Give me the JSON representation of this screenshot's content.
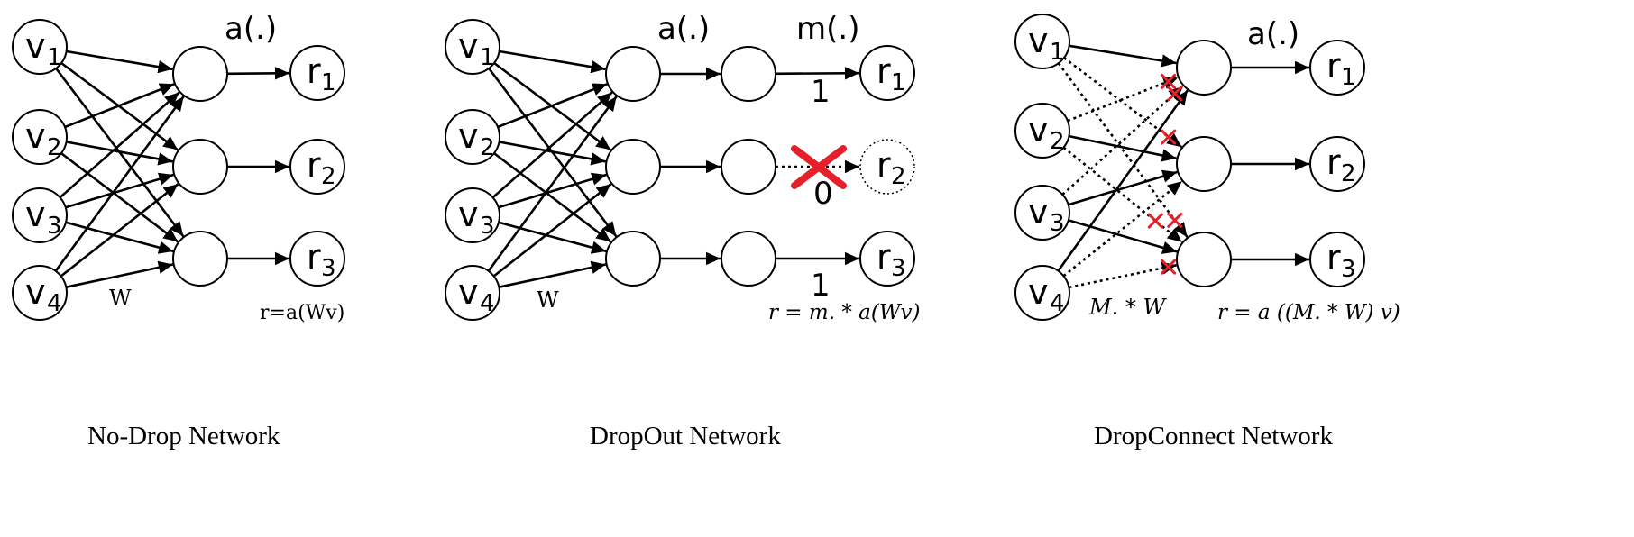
{
  "colors": {
    "stroke": "#000000",
    "drop_mark": "#e5202a",
    "background": "#ffffff"
  },
  "panels": [
    {
      "caption": "No-Drop Network",
      "activation_label": "a(.)",
      "weight_label": "W",
      "formula": "r=a(Wv)",
      "inputs": [
        {
          "base": "v",
          "sub": "1"
        },
        {
          "base": "v",
          "sub": "2"
        },
        {
          "base": "v",
          "sub": "3"
        },
        {
          "base": "v",
          "sub": "4"
        }
      ],
      "outputs": [
        {
          "base": "r",
          "sub": "1"
        },
        {
          "base": "r",
          "sub": "2"
        },
        {
          "base": "r",
          "sub": "3"
        }
      ]
    },
    {
      "caption": "DropOut Network",
      "activation_label": "a(.)",
      "mask_label": "m(.)",
      "weight_label": "W",
      "formula": "r = m. * a(Wv)",
      "mask_values": [
        "1",
        "0",
        "1"
      ],
      "dropped_output_index": 1,
      "inputs": [
        {
          "base": "v",
          "sub": "1"
        },
        {
          "base": "v",
          "sub": "2"
        },
        {
          "base": "v",
          "sub": "3"
        },
        {
          "base": "v",
          "sub": "4"
        }
      ],
      "outputs": [
        {
          "base": "r",
          "sub": "1"
        },
        {
          "base": "r",
          "sub": "2"
        },
        {
          "base": "r",
          "sub": "3"
        }
      ]
    },
    {
      "caption": "DropConnect Network",
      "activation_label": "a(.)",
      "weight_label": "M. * W",
      "formula": "r = a ((M. * W) v)",
      "dropped_connections": 6,
      "inputs": [
        {
          "base": "v",
          "sub": "1"
        },
        {
          "base": "v",
          "sub": "2"
        },
        {
          "base": "v",
          "sub": "3"
        },
        {
          "base": "v",
          "sub": "4"
        }
      ],
      "outputs": [
        {
          "base": "r",
          "sub": "1"
        },
        {
          "base": "r",
          "sub": "2"
        },
        {
          "base": "r",
          "sub": "3"
        }
      ]
    }
  ]
}
